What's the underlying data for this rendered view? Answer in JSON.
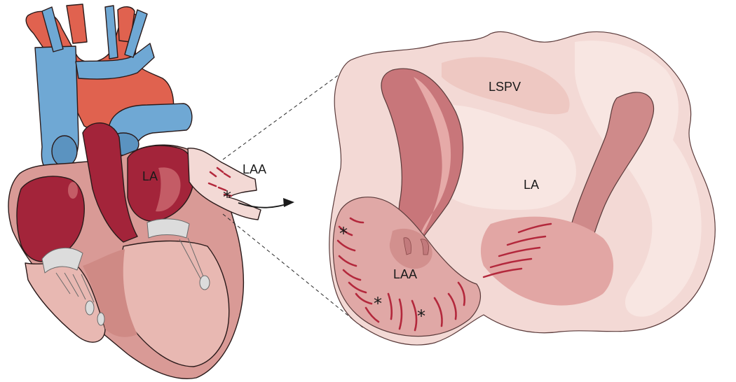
{
  "heart": {
    "labels": {
      "la": "LA",
      "laa": "LAA",
      "marker": "*"
    }
  },
  "inset": {
    "labels": {
      "lspv": "LSPV",
      "la": "LA",
      "laa": "LAA"
    },
    "markers": [
      "*",
      "*",
      "*"
    ]
  },
  "colors": {
    "outline": "#2a1a1a",
    "vein_blue": "#6fa8d4",
    "artery_red": "#e0624f",
    "myocardium": "#d99a96",
    "chamber_dark": "#a3243a",
    "chamber_mid": "#c45c66",
    "tissue_pale": "#f3d9d5",
    "tissue_light": "#f8e6e2",
    "pectinate": "#b3283c",
    "valve": "#dcdcdc"
  }
}
